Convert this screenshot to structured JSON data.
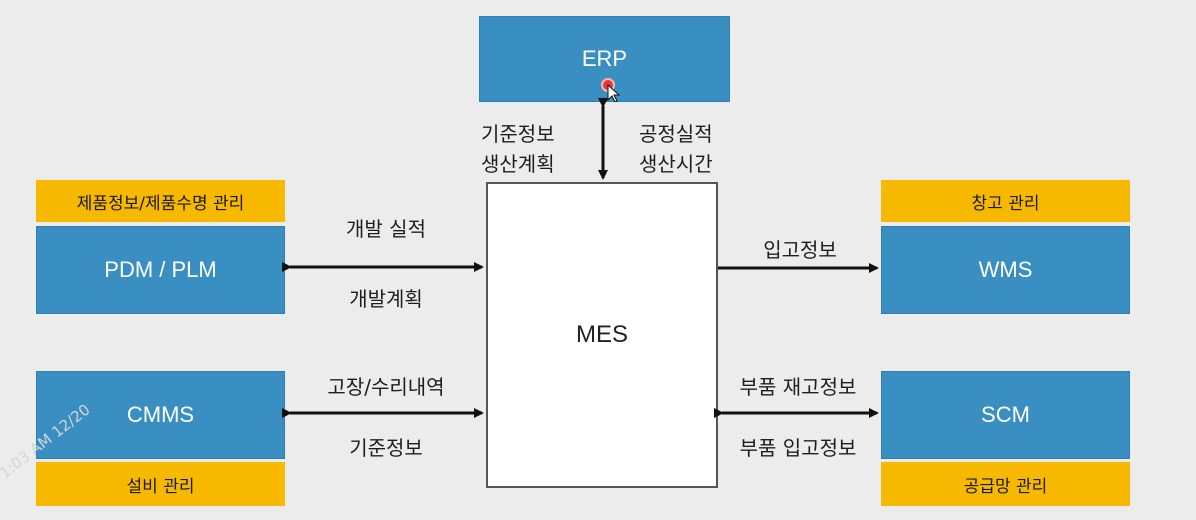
{
  "nodes": {
    "erp": "ERP",
    "mes": "MES",
    "pdm": "PDM / PLM",
    "cmms": "CMMS",
    "wms": "WMS",
    "scm": "SCM"
  },
  "captions": {
    "pdm": "제품정보/제품수명 관리",
    "cmms": "설비 관리",
    "wms": "창고 관리",
    "scm": "공급망 관리"
  },
  "flows": {
    "erp_left_1": "기준정보",
    "erp_left_2": "생산계획",
    "erp_right_1": "공정실적",
    "erp_right_2": "생산시간",
    "pdm_top": "개발 실적",
    "pdm_bottom": "개발계획",
    "cmms_top": "고장/수리내역",
    "cmms_bottom": "기준정보",
    "wms_top": "입고정보",
    "scm_top": "부품 재고정보",
    "scm_bottom": "부품 입고정보"
  },
  "watermark": "1:03 AM 12/20",
  "colors": {
    "system_box": "#3a8fc2",
    "caption_box": "#f7b800",
    "background": "#ececec"
  }
}
